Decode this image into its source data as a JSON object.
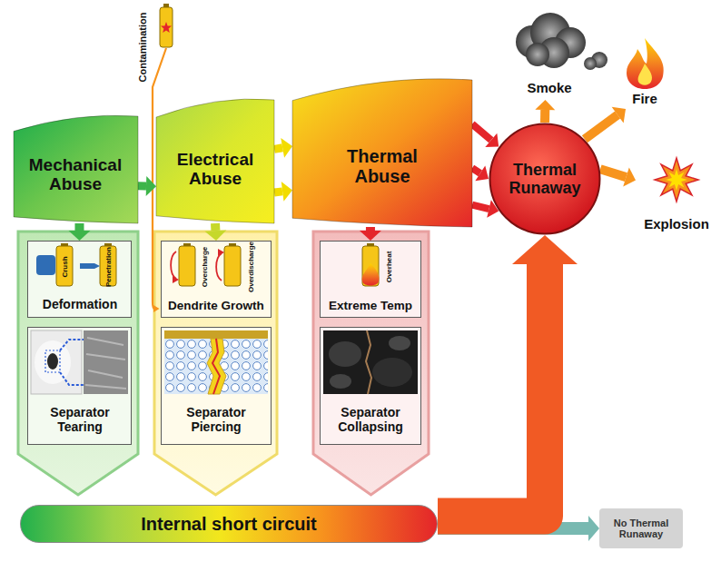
{
  "diagram": {
    "nodes": [
      {
        "text": [
          "Mechanical Abuse"
        ]
      },
      {
        "text": [
          "Electrical Abuse"
        ]
      },
      {
        "text": [
          "Thermal Abuse"
        ]
      },
      {
        "text": [
          "Thermal Runaway"
        ]
      },
      {
        "text": [
          "Smoke"
        ]
      },
      {
        "text": [
          "Fire"
        ]
      },
      {
        "text": [
          "Explosion"
        ]
      },
      {
        "text": [
          "Crush",
          "Penetration",
          "Deformation"
        ]
      },
      {
        "text": [
          "Separator Tearing"
        ]
      },
      {
        "text": [
          "Overcharge",
          "Overdischarge",
          "Dendrite Growth"
        ]
      },
      {
        "text": [
          "Separator Piercing"
        ]
      },
      {
        "text": [
          "Overheat",
          "Extreme Temp"
        ]
      },
      {
        "text": [
          "Separator Collapsing"
        ]
      },
      {
        "text": [
          "Internal short circuit"
        ]
      },
      {
        "text": [
          "No Thermal Runaway"
        ]
      }
    ],
    "edges": [
      {
        "from": 0,
        "to": 1,
        "arrow": "to"
      },
      {
        "from": 1,
        "to": 2,
        "arrow": "to"
      },
      {
        "from": 1,
        "to": 2,
        "arrow": "to"
      },
      {
        "from": 2,
        "to": 3,
        "arrow": "to"
      },
      {
        "from": 2,
        "to": 3,
        "arrow": "to"
      },
      {
        "from": 2,
        "to": 3,
        "arrow": "to"
      },
      {
        "from": 3,
        "to": 4,
        "arrow": "to"
      },
      {
        "from": 3,
        "to": 5,
        "arrow": "to"
      },
      {
        "from": 3,
        "to": 6,
        "arrow": "to"
      },
      {
        "from": 0,
        "to": 7,
        "arrow": "to"
      },
      {
        "from": 1,
        "to": 9,
        "arrow": "to"
      },
      {
        "from": 2,
        "to": 11,
        "arrow": "to"
      },
      {
        "from": 13,
        "to": 14,
        "arrow": "to"
      },
      {
        "from": 13,
        "to": 3,
        "arrow": "to"
      }
    ],
    "labels": [
      "Contamination"
    ]
  }
}
